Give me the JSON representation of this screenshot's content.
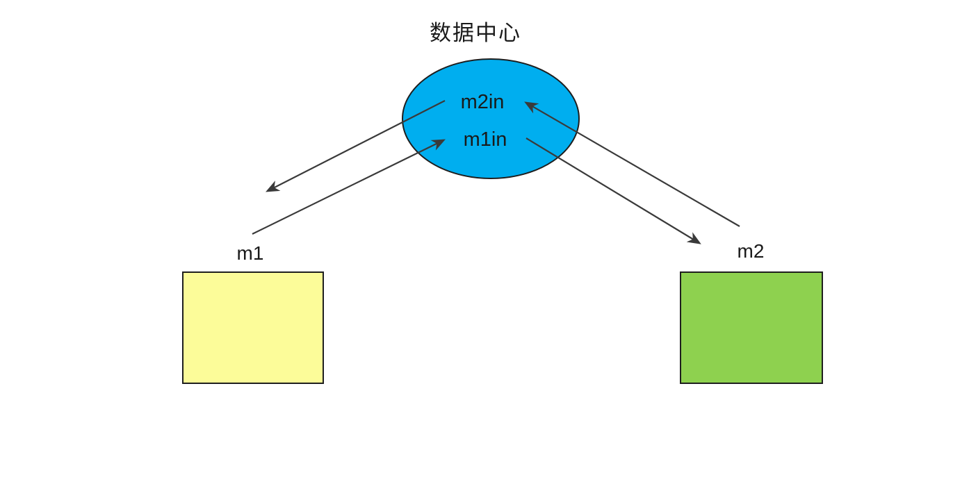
{
  "diagram": {
    "title": "数据中心",
    "center": {
      "shape": "ellipse",
      "label": "数据中心",
      "queues": [
        {
          "label": "m2in"
        },
        {
          "label": "m1in"
        }
      ]
    },
    "nodes": [
      {
        "label": "m1",
        "shape": "rectangle"
      },
      {
        "label": "m2",
        "shape": "rectangle"
      }
    ],
    "edges": [
      {
        "from": "m2in",
        "to": "m1",
        "description": "arrow from m2in queue down-left toward m1"
      },
      {
        "from": "m1",
        "to": "m1in",
        "description": "arrow from m1 up-right into m1in queue"
      },
      {
        "from": "m1in",
        "to": "m2",
        "description": "arrow from m1in queue down-right toward m2"
      },
      {
        "from": "m2",
        "to": "m2in",
        "description": "arrow from m2 up-left into m2in queue"
      }
    ],
    "colors": {
      "background": "#FFFFFF",
      "center_fill": "#00AEEF",
      "node_m1_fill": "#FCFC99",
      "node_m2_fill": "#8ED14F",
      "shape_stroke": "#1E1E1E",
      "arrow_stroke": "#3A3A3A",
      "text": "#1A1A1A"
    }
  }
}
